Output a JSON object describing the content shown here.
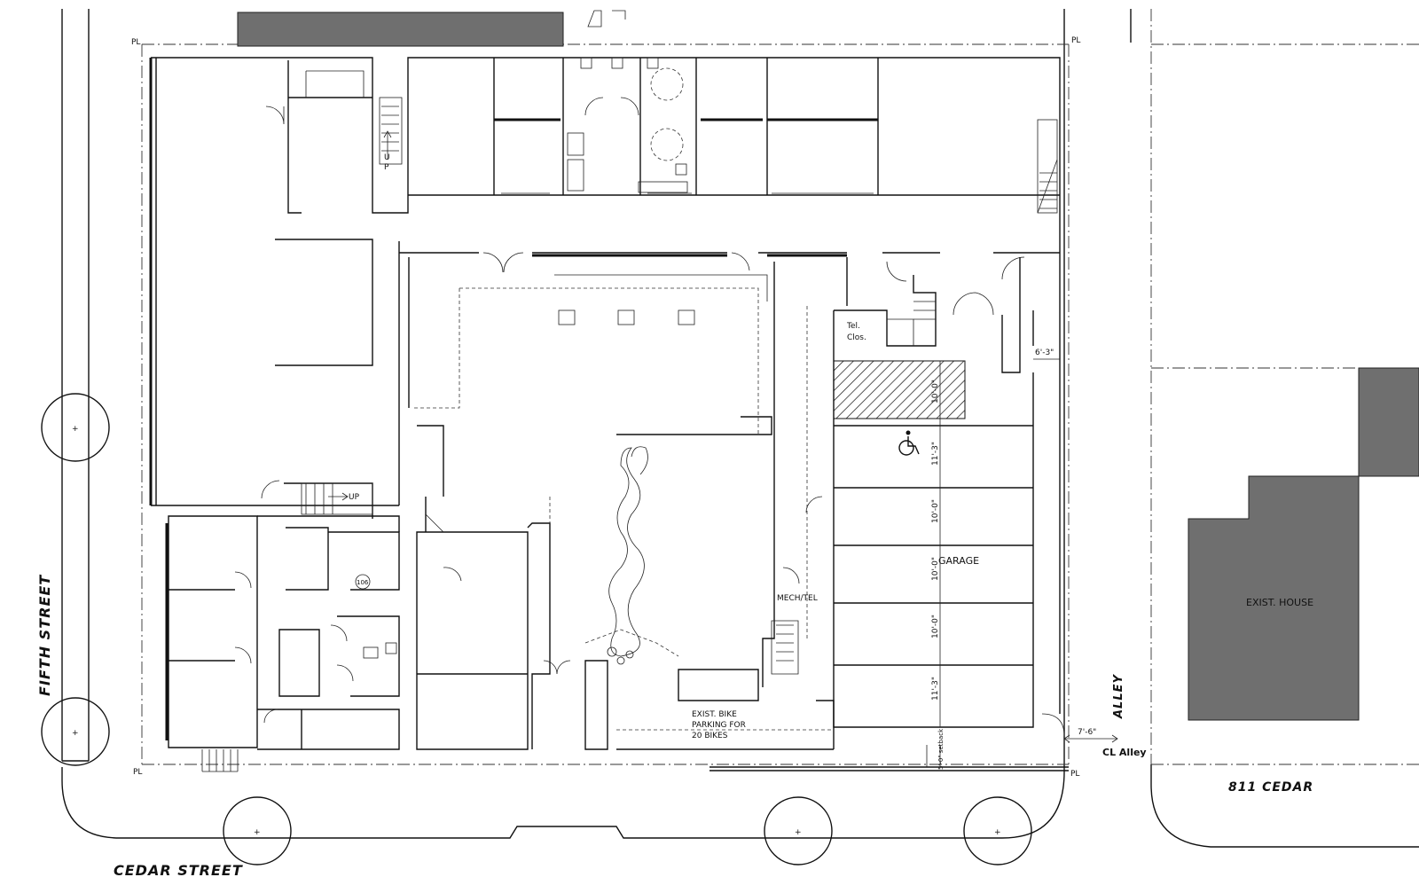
{
  "labels": {
    "pl": "PL",
    "fifth_street": "FIFTH STREET",
    "cedar_street": "CEDAR STREET",
    "alley": "ALLEY",
    "cl_alley": "CL Alley",
    "cedar_811": "811 CEDAR",
    "exist_house": "EXIST. HOUSE",
    "garage": "GARAGE",
    "mech_tel": "MECH/TEL",
    "tel_clos_1": "Tel.",
    "tel_clos_2": "Clos.",
    "bike_1": "EXIST. BIKE",
    "bike_2": "PARKING FOR",
    "bike_3": "20 BIKES",
    "up": "UP",
    "u": "U",
    "p": "P",
    "room_tag": "106"
  },
  "dimensions": {
    "side_setback": "6'-3\"",
    "alley_setback": "7'-6\"",
    "stall_1": "10'-0\"",
    "stall_2": "11'-3\"",
    "stall_3": "10'-0\"",
    "stall_4": "10'-0\"",
    "stall_5": "10'-0\"",
    "stall_6": "11'-3\"",
    "front_setback": "5'-0\" setback"
  },
  "colors": {
    "line": "#111111",
    "shade": "#6f6f6f",
    "background": "#ffffff"
  },
  "icons": [
    "north-arrow",
    "accessible-parking-icon",
    "tree-symbol"
  ]
}
